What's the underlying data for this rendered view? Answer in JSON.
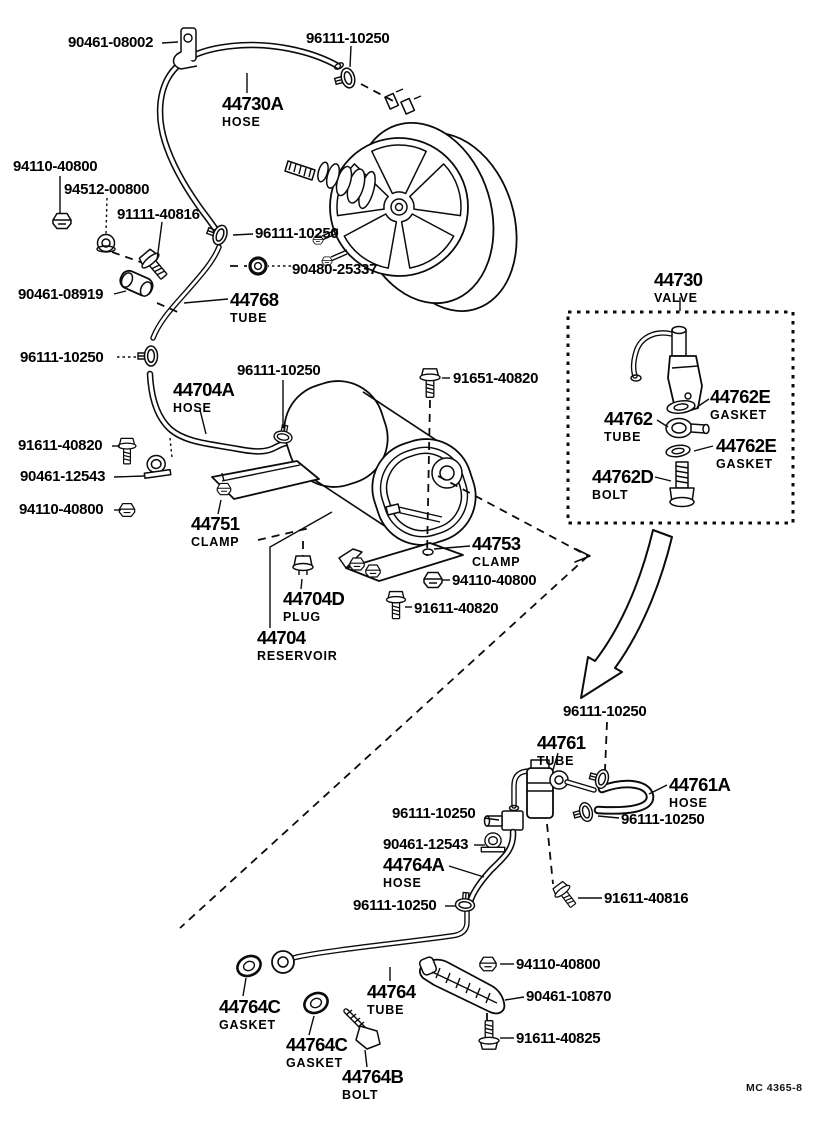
{
  "page": {
    "background": "#ffffff",
    "ink": "#000000",
    "footer_code": "MC 4365-8"
  },
  "labels": {
    "l1": {
      "num": "90461-08002"
    },
    "l2": {
      "num": "96111-10250"
    },
    "l3": {
      "num": "44730A",
      "sub": "HOSE"
    },
    "l4": {
      "num": "94110-40800"
    },
    "l5": {
      "num": "94512-00800"
    },
    "l6": {
      "num": "91111-40816"
    },
    "l7": {
      "num": "96111-10250"
    },
    "l8": {
      "num": "90480-25337"
    },
    "l9": {
      "num": "44730",
      "sub": "VALVE"
    },
    "l10": {
      "num": "90461-08919"
    },
    "l11": {
      "num": "44768",
      "sub": "TUBE"
    },
    "l12": {
      "num": "96111-10250"
    },
    "l13": {
      "num": "96111-10250"
    },
    "l14": {
      "num": "91651-40820"
    },
    "l15": {
      "num": "44704A",
      "sub": "HOSE"
    },
    "l16": {
      "num": "44762E",
      "sub": "GASKET"
    },
    "l17": {
      "num": "44762",
      "sub": "TUBE"
    },
    "l18": {
      "num": "91611-40820"
    },
    "l19": {
      "num": "44762E",
      "sub": "GASKET"
    },
    "l20": {
      "num": "90461-12543"
    },
    "l21": {
      "num": "44762D",
      "sub": "BOLT"
    },
    "l22": {
      "num": "94110-40800"
    },
    "l23": {
      "num": "44751",
      "sub": "CLAMP"
    },
    "l24": {
      "num": "44753",
      "sub": "CLAMP"
    },
    "l25": {
      "num": "94110-40800"
    },
    "l26": {
      "num": "91611-40820"
    },
    "l27": {
      "num": "44704D",
      "sub": "PLUG"
    },
    "l28": {
      "num": "44704",
      "sub": "RESERVOIR"
    },
    "l29": {
      "num": "96111-10250"
    },
    "l30": {
      "num": "44761",
      "sub": "TUBE"
    },
    "l31": {
      "num": "44761A",
      "sub": "HOSE"
    },
    "l32": {
      "num": "96111-10250"
    },
    "l33": {
      "num": "96111-10250"
    },
    "l34": {
      "num": "90461-12543"
    },
    "l35": {
      "num": "44764A",
      "sub": "HOSE"
    },
    "l36": {
      "num": "91611-40816"
    },
    "l37": {
      "num": "96111-10250"
    },
    "l38": {
      "num": "94110-40800"
    },
    "l39": {
      "num": "90461-10870"
    },
    "l40": {
      "num": "44764C",
      "sub": "GASKET"
    },
    "l41": {
      "num": "44764",
      "sub": "TUBE"
    },
    "l42": {
      "num": "91611-40825"
    },
    "l43": {
      "num": "44764C",
      "sub": "GASKET"
    },
    "l44": {
      "num": "44764B",
      "sub": "BOLT"
    }
  },
  "icons": {
    "booster": "brake-booster-illustration",
    "reservoir": "vacuum-reservoir-illustration",
    "valve_box": "valve-detail-dashed-box",
    "arrow": "detail-callout-arrow"
  }
}
